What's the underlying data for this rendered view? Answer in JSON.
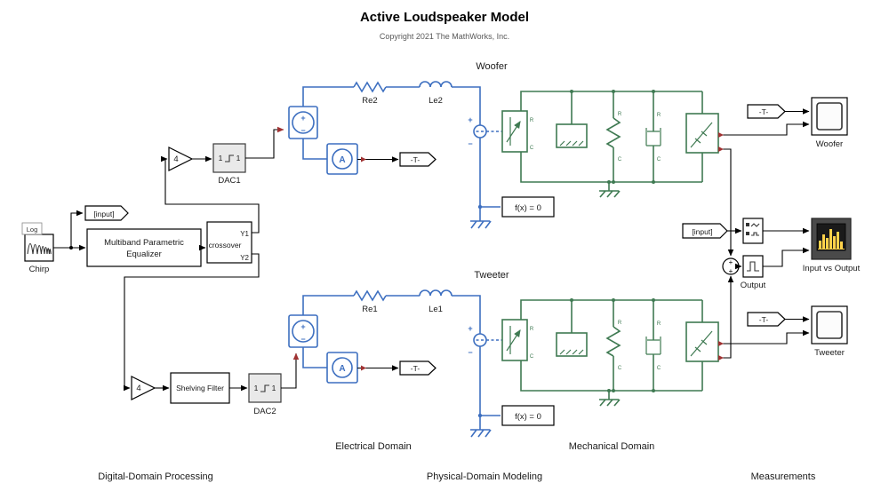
{
  "header": {
    "title": "Active Loudspeaker Model",
    "copyright": "Copyright 2021 The MathWorks, Inc."
  },
  "sections": {
    "woofer": "Woofer",
    "tweeter": "Tweeter",
    "electrical": "Electrical Domain",
    "mechanical": "Mechanical Domain",
    "digital": "Digital-Domain Processing",
    "physical": "Physical-Domain Modeling",
    "measurements": "Measurements"
  },
  "digital": {
    "chirp": {
      "label": "Chirp",
      "badge": "Log"
    },
    "input_goto": "[input]",
    "equalizer": {
      "line1": "Multiband Parametric",
      "line2": "Equalizer"
    },
    "crossover": {
      "label": "crossover",
      "y1": "Y1",
      "y2": "Y2"
    },
    "gain_woofer": "4",
    "gain_tweeter": "4",
    "dac1": {
      "label": "DAC1",
      "in": "1",
      "out": "1"
    },
    "dac2": {
      "label": "DAC2",
      "in": "1",
      "out": "1"
    },
    "shelving": "Shelving Filter"
  },
  "electrical": {
    "woofer": {
      "re": "Re2",
      "le": "Le2",
      "solver": "f(x) = 0",
      "goto": "-T-",
      "plus": "+",
      "minus": "−",
      "amp": "A"
    },
    "tweeter": {
      "re": "Re1",
      "le": "Le1",
      "solver": "f(x) = 0",
      "goto": "-T-",
      "plus": "+",
      "minus": "−",
      "amp": "A"
    }
  },
  "mechanical": {
    "port_r": "R",
    "port_c": "C"
  },
  "measurements": {
    "woofer_from": "-T-",
    "tweeter_from": "-T-",
    "input_from": "[input]",
    "scope_woofer": "Woofer",
    "scope_tweeter": "Tweeter",
    "output_label": "Output",
    "spectrum_label": "Input vs Output",
    "plus": "+"
  },
  "colors": {
    "electrical": "#3D6FC0",
    "mechanical": "#3F7A52",
    "physical_signal": "#A03232",
    "signal": "#000000",
    "spectrum_bar": "#FFD24A"
  }
}
